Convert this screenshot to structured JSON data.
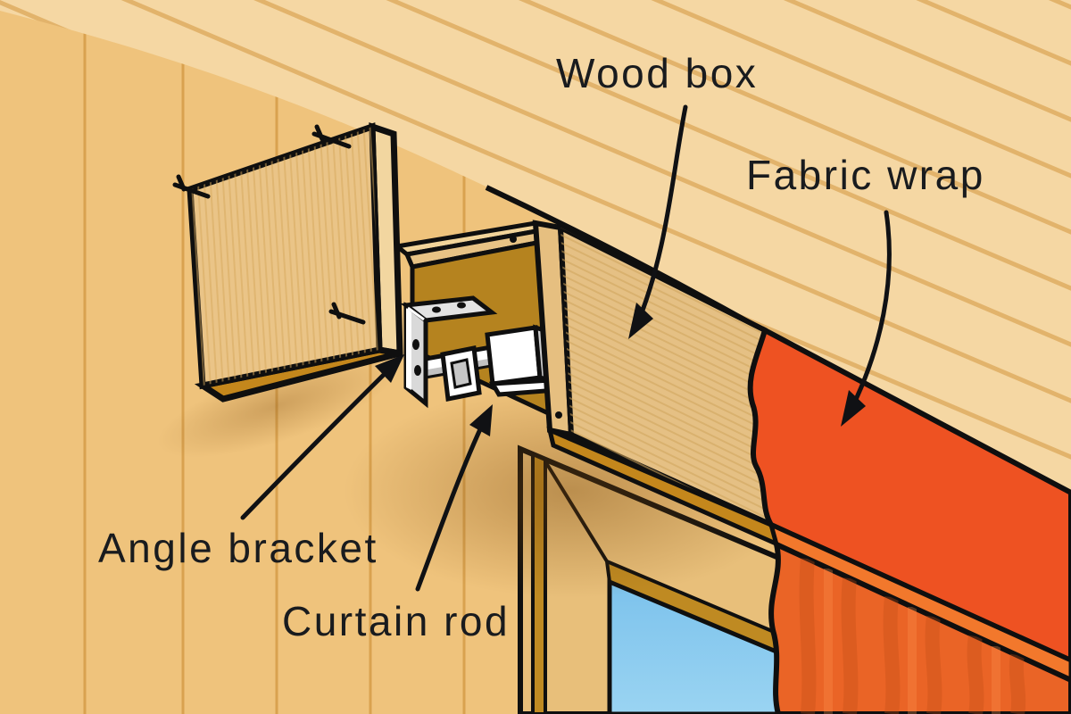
{
  "labels": {
    "wood_box": "Wood box",
    "fabric_wrap": "Fabric wrap",
    "angle_bracket": "Angle bracket",
    "curtain_rod": "Curtain rod"
  },
  "colors": {
    "ceiling_panel": "#f5d7a3",
    "ceiling_stripe": "#e2b36b",
    "wall_panel": "#efc37c",
    "wall_line": "#d9a24f",
    "wood_face": "#e5c084",
    "wood_top_light": "#f2d49a",
    "wood_edge_band": "#e8c385",
    "wood_board": "#eac487",
    "wood_board_side": "#f2d6a0",
    "wood_end_grain": "#e6bf80",
    "box_interior": "#b5831f",
    "wood_underside": "#c4871c",
    "window_casing": "#e8bf7a",
    "window_reveal": "#bf8a22",
    "window_glass": "#82c7ee",
    "fabric_face": "#ee5222",
    "fabric_under_lip": "#f2782c",
    "fabric_drape": "#ea6426",
    "metal_gray": "#d9d9d9",
    "metal_plate": "#e3e3e3",
    "rod_white": "#ffffff",
    "outline": "#0f0f0f",
    "label_text": "#191b1e"
  }
}
